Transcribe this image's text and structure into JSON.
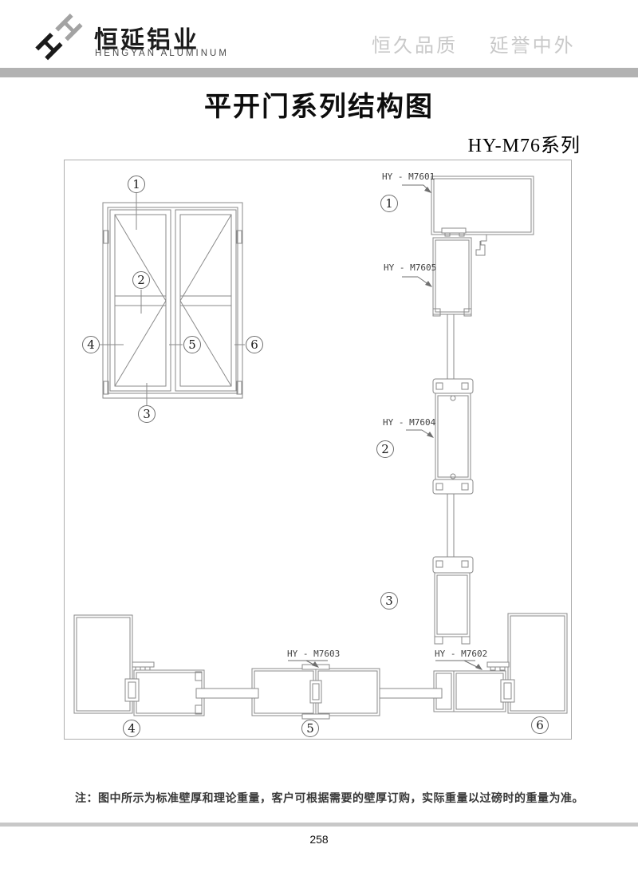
{
  "header": {
    "logo_monogram": "H",
    "logo_cn": "恒延铝业",
    "logo_en": "HENGYAN ALUMINUM",
    "tagline_left": "恒久品质",
    "tagline_right": "延誉中外"
  },
  "title": "平开门系列结构图",
  "series": "HY-M76系列",
  "diagram": {
    "profiles": {
      "m7601": "HY - M7601",
      "m7602": "HY - M7602",
      "m7603": "HY - M7603",
      "m7604": "HY - M7604",
      "m7605": "HY - M7605"
    },
    "callouts": {
      "n1": "1",
      "n2": "2",
      "n3": "3",
      "n4": "4",
      "n5": "5",
      "n6": "6"
    }
  },
  "note": "注：图中所示为标准壁厚和理论重量，客户可根据需要的壁厚订购，实际重量以过磅时的重量为准。",
  "page_number": "258",
  "colors": {
    "line": "#8a8a8a",
    "header_bar": "#b2b2b2",
    "tagline": "#c9c9c9",
    "logo_gray": "#a3a3a3",
    "logo_black": "#1a1a1a"
  }
}
